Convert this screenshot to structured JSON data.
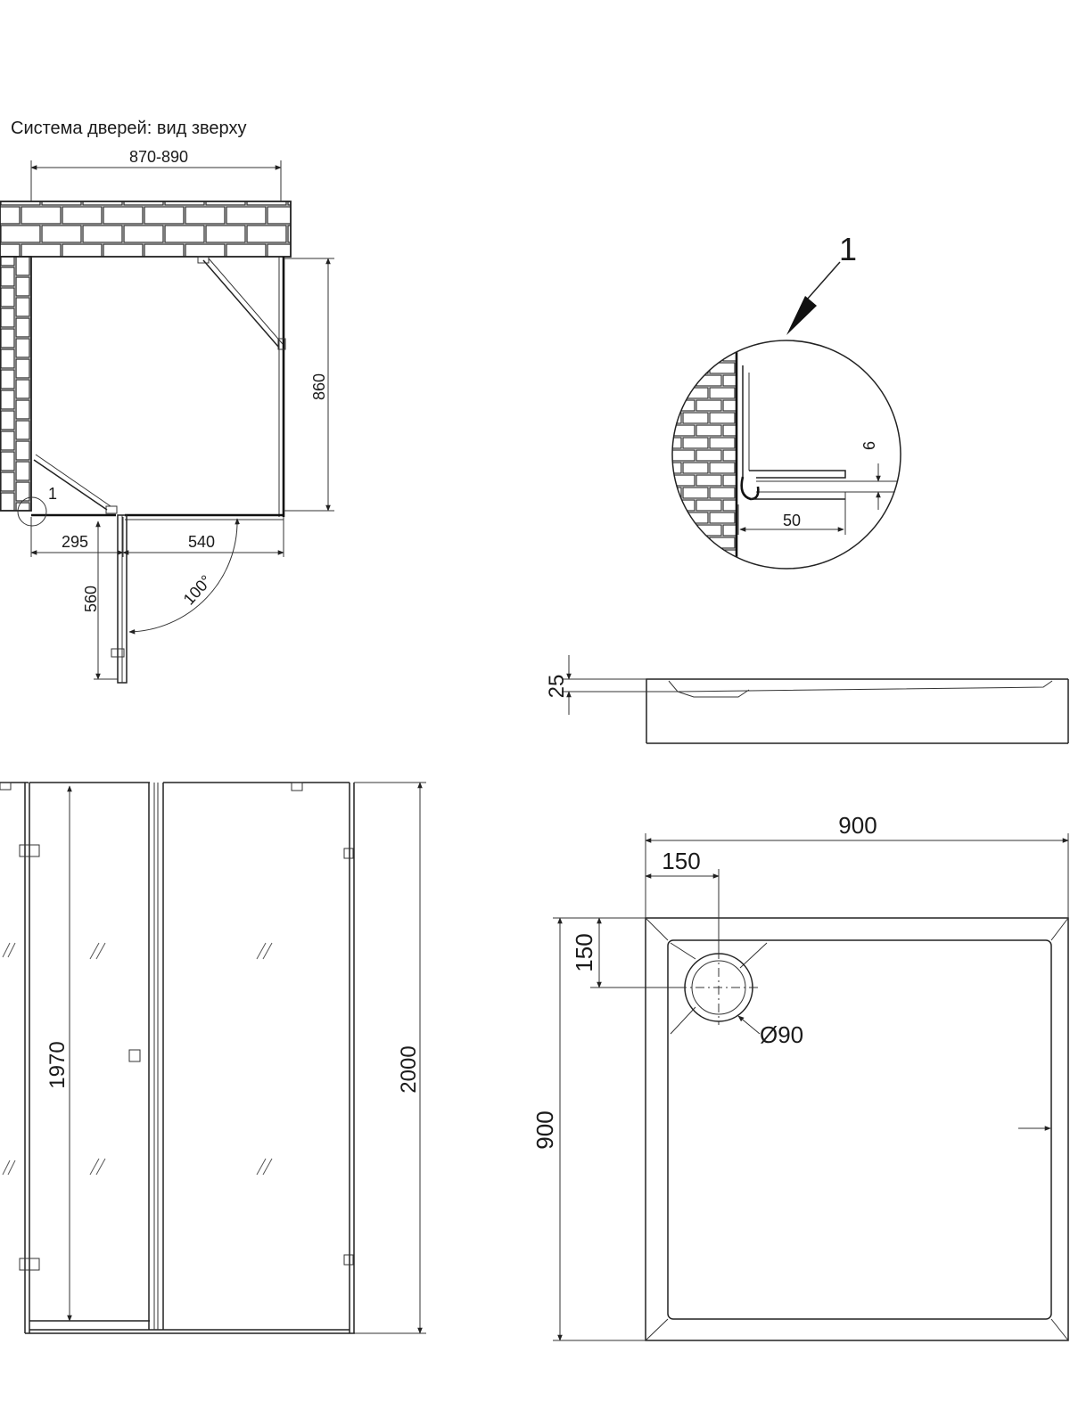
{
  "top_view": {
    "title": "Система дверей: вид зверху",
    "dim_width": "870-890",
    "dim_depth": "860",
    "dim_left": "295",
    "dim_right": "540",
    "dim_door": "560",
    "angle": "100°",
    "callout": "1"
  },
  "detail": {
    "label": "1",
    "dim_gap": "6",
    "dim_overlap": "50"
  },
  "tray_side": {
    "dim_height": "25"
  },
  "front_view": {
    "dim_door_height": "1970",
    "dim_total_height": "2000"
  },
  "tray_plan": {
    "dim_width": "900",
    "dim_depth": "900",
    "dim_drain_x": "150",
    "dim_drain_y": "150",
    "dim_drain_diameter": "Ø90"
  }
}
